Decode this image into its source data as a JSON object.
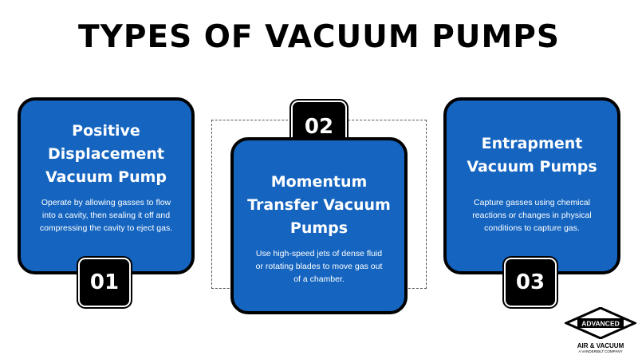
{
  "title": "TYPES OF VACUUM PUMPS",
  "cards": [
    {
      "number": "01",
      "title_lines": [
        "Positive",
        "Displacement",
        "Vacuum Pump"
      ],
      "text_lines": [
        "Operate by allowing gasses to flow",
        "into a cavity, then sealing it off and",
        "compressing the cavity to eject gas."
      ]
    },
    {
      "number": "02",
      "title_lines": [
        "Momentum",
        "Transfer Vacuum",
        "Pumps"
      ],
      "text_lines": [
        "Use high-speed jets of dense fluid",
        "or rotating blades to move gas out",
        "of a chamber."
      ]
    },
    {
      "number": "03",
      "title_lines": [
        "Entrapment",
        "Vacuum Pumps"
      ],
      "text_lines": [
        "Capture gasses using chemical",
        "reactions or changes in physical",
        "conditions to capture gas."
      ]
    }
  ],
  "logo": {
    "badge_text": "ADVANCED",
    "name": "AIR & VACUUM",
    "subtitle": "A VANDERBILT COMPANY"
  },
  "colors": {
    "card_blue": "#1565c0",
    "badge_black": "#000000"
  }
}
